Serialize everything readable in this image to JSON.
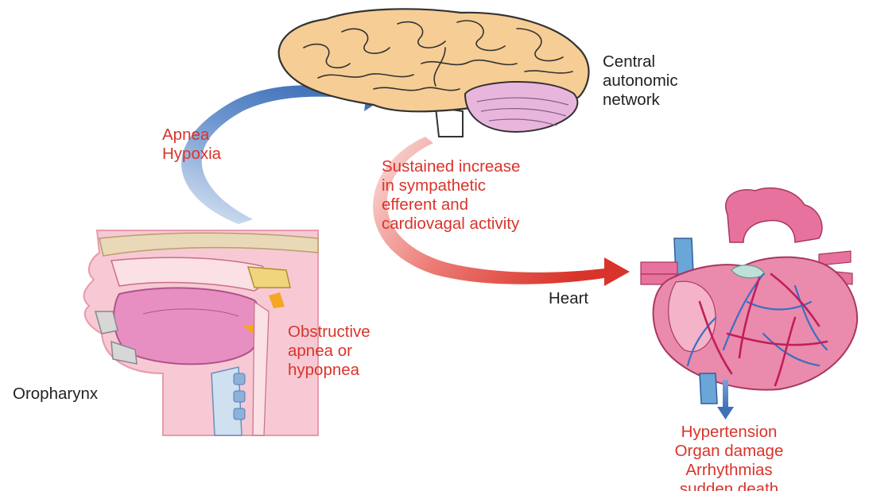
{
  "labels": {
    "central_autonomic": "Central\nautonomic\nnetwork",
    "apnea_hypoxia": "Apnea\nHypoxia",
    "sustained_increase": "Sustained increase\nin sympathetic\nefferent and\ncardiovagal activity",
    "heart": "Heart",
    "obstructive": "Obstructive\napnea or\nhypopnea",
    "oropharynx": "Oropharynx",
    "outcomes": "Hypertension\nOrgan damage\nArrhythmias\nsudden death"
  },
  "colors": {
    "red_text": "#d9342b",
    "dark_text": "#222222",
    "blue_arrow": "#4f7fc4",
    "red_arrow": "#e0504a",
    "brain": "#f6cd95",
    "cerebellum": "#e8b6dd",
    "heart": "#e8729e",
    "vessel_blue": "#6aa6d8",
    "head_pink": "#f7c9d4",
    "tongue": "#e78fc2"
  },
  "icons": [
    "brain-illustration",
    "heart-illustration",
    "head-sagittal-illustration",
    "blue-curved-arrow",
    "red-curved-arrow",
    "down-arrow"
  ]
}
